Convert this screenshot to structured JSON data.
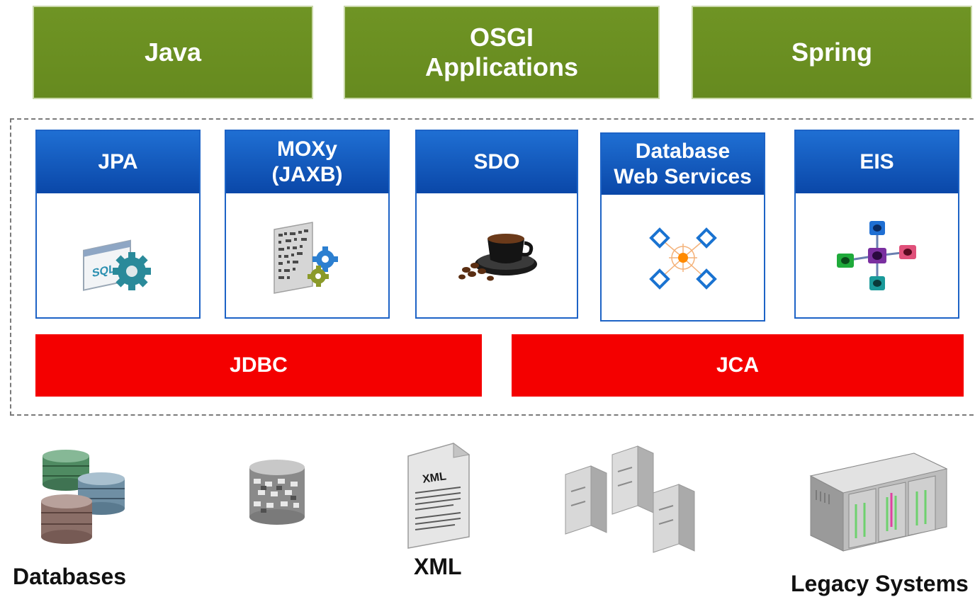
{
  "applications": [
    {
      "label": "Java"
    },
    {
      "label": "OSGI\nApplications"
    },
    {
      "label": "Spring"
    }
  ],
  "services": [
    {
      "label": "JPA",
      "icon": "sql-gear-icon"
    },
    {
      "label": "MOXy\n(JAXB)",
      "icon": "xml-document-gears-icon"
    },
    {
      "label": "SDO",
      "icon": "coffee-cup-icon"
    },
    {
      "label": "Database\nWeb Services",
      "icon": "web-services-network-icon"
    },
    {
      "label": "EIS",
      "icon": "eis-connector-icon"
    }
  ],
  "connectors": [
    {
      "label": "JDBC"
    },
    {
      "label": "JCA"
    }
  ],
  "data_sources": [
    {
      "label": "Databases",
      "icon": "database-stack-icon"
    },
    {
      "label": "",
      "icon": "data-cylinder-icon"
    },
    {
      "label": "XML",
      "icon": "xml-document-icon"
    },
    {
      "label": "",
      "icon": "server-towers-icon"
    },
    {
      "label": "Legacy Systems",
      "icon": "mainframe-icon"
    }
  ],
  "colors": {
    "application_green": "#6a8f21",
    "service_blue": "#0b55c2",
    "connector_red": "#f40000"
  }
}
